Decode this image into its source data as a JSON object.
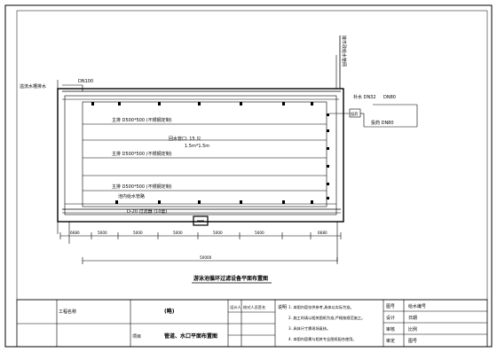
{
  "drawing": {
    "title": "游泳池循环过滤设备平面布置图",
    "labels": {
      "drain_label": "溢流水槽排水",
      "drain_pipe": "DN100",
      "main_pipe_1": "主排 D500*500 (不锈钢定制)",
      "main_pipe_2": "主排 D500*500 (不锈钢定制)",
      "main_pipe_3": "主排 D500*500 (不锈钢定制)",
      "return_note": "回水管口: 15 只",
      "return_spec": "1.5m*1.5m",
      "inlet_label": "池内给水管路",
      "filter_label": "D-20 过滤器 (10套)",
      "supply_label": "补水 DN32 ",
      "supply_pipe": "DN80",
      "chem_label": "投药  DN80",
      "vert_label": "接市政给水管网",
      "box_label": "投药"
    },
    "dimensions": {
      "seg_left": "6680",
      "seg_1": "5000",
      "seg_2": "5000",
      "seg_3": "5000",
      "seg_4": "5000",
      "seg_5": "5000",
      "seg_right": "6680",
      "total": "50000"
    },
    "title_block": {
      "project_name_label": "工程名称",
      "project_name_value": "(略)",
      "item_label": "项目",
      "item_value": "管道、水口平面布置图",
      "designer_label": "设计人",
      "reviewer_label": "校对人员签名",
      "notes_label": "说明",
      "notes": [
        "1. 本图内容仅供参考,具体以实际为准。",
        "2. 施工时请以相关图纸为准,严格按规范施工。",
        "3. 具体尺寸需现场复核。",
        "4. 本图内容需与相关专业图纸配合使用。"
      ],
      "fields": {
        "drawing_no": "图号",
        "drawing_no_value": "给水编号",
        "design": "设计",
        "design_value": "日期",
        "check": "审核",
        "check_value": "比例",
        "approve": "审定",
        "approve_value": "图号"
      }
    }
  }
}
